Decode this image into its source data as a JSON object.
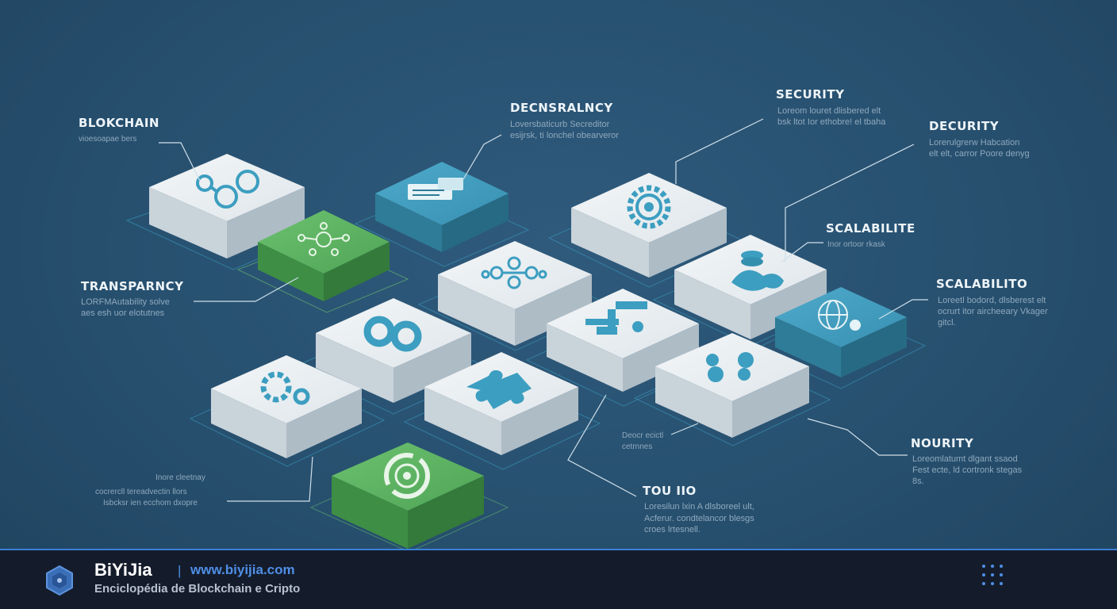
{
  "labels": {
    "blockchain": {
      "title": "BLOKCHAIN",
      "body": [
        "vioesoapae bers"
      ]
    },
    "transparency": {
      "title": "TRANSPARNCY",
      "body": [
        "LORFMAutability solve",
        "aes esh uor elotutnes"
      ]
    },
    "decentralization": {
      "title": "DECNSRALNCY",
      "body": [
        "Loversbaticurb Secreditor",
        "esijrsk, ti lonchel obearveror"
      ]
    },
    "security": {
      "title": "SECURITY",
      "body": [
        "Loreom louret dlisbered elt",
        "bsk ltot Ior ethobre! el tbaha"
      ]
    },
    "decurity": {
      "title": "DECURITY",
      "body": [
        "Lorerulgrerw Habcation",
        "elt elt, carror Poore denyg"
      ]
    },
    "scalabilite": {
      "title": "SCALABILITE",
      "body": [
        "Inor ortoor rkask"
      ]
    },
    "scalabilito": {
      "title": "SCALABILITO",
      "body": [
        "Loreetl bodord, dlsberest elt",
        "ocrurt itor aircheeary Vkager",
        "gitcl."
      ]
    },
    "nourity": {
      "title": "NOURITY",
      "body": [
        "Loreomlatumt dlgant ssaod",
        "Fest ecte, ld cortronk stegas",
        "8s."
      ]
    },
    "toulio": {
      "title": "TOU IIO",
      "body": [
        "Loresilun lxin A dlsboreel ult,",
        "Acferur. condtelancor blesgs",
        "croes lrtesnell."
      ]
    },
    "small_left": {
      "body": [
        "Inore cleetnay",
        "cocrercll tereadvectin llors",
        "Isbcksr ien ecchom dxopre"
      ]
    },
    "small_center": {
      "body": [
        "Deocr ecictl",
        "cetrnnes"
      ]
    }
  },
  "footer": {
    "brand": "BiYiJia",
    "separator": "|",
    "url": "www.biyijia.com",
    "tagline": "Enciclopédia de Blockchain e Cripto"
  },
  "colors": {
    "background": "#27506f",
    "tile_white": "#e9eef1",
    "tile_green": "#5bb062",
    "tile_blue": "#3e98b8",
    "icon_teal": "#3c9ec0",
    "footer_bg": "#141c2b",
    "footer_accent": "#4f8ee6"
  },
  "icons": [
    "chain-link-icon",
    "network-node-icon",
    "document-icon",
    "gear-icon",
    "molecule-icon",
    "infinity-link-icon",
    "coins-icon",
    "globe-icon",
    "tools-icon",
    "gear-pair-icon",
    "puzzle-icon",
    "gears-icon",
    "recycle-gear-icon",
    "grid-dots-icon"
  ]
}
